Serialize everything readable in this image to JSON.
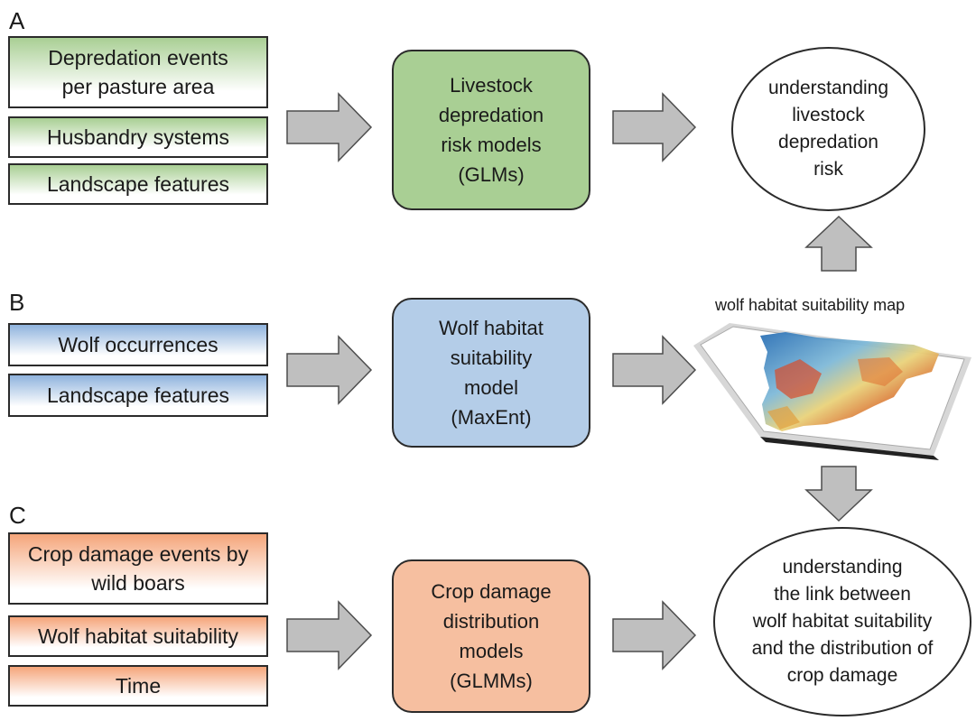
{
  "panels": {
    "a": {
      "letter": "A",
      "inputs": [
        "Depredation events\nper pasture area",
        "Husbandry systems",
        "Landscape features"
      ],
      "model": "Livestock\ndepredation\nrisk models\n(GLMs)",
      "outcome": "understanding\nlivestock\ndepredation\nrisk",
      "color": "#a9cf94"
    },
    "b": {
      "letter": "B",
      "inputs": [
        "Wolf occurrences",
        "Landscape features"
      ],
      "model": "Wolf habitat\nsuitability\nmodel\n(MaxEnt)",
      "color": "#8fb3dd"
    },
    "c": {
      "letter": "C",
      "inputs": [
        "Crop damage events by\nwild boars",
        "Wolf habitat suitability",
        "Time"
      ],
      "model": "Crop damage\ndistribution\nmodels\n(GLMMs)",
      "outcome": "understanding\nthe link between\nwolf habitat suitability\nand the distribution of\ncrop damage",
      "color": "#f5a57a"
    }
  },
  "map": {
    "caption": "wolf habitat suitability map"
  },
  "arrow_color": "#bfbfbf"
}
